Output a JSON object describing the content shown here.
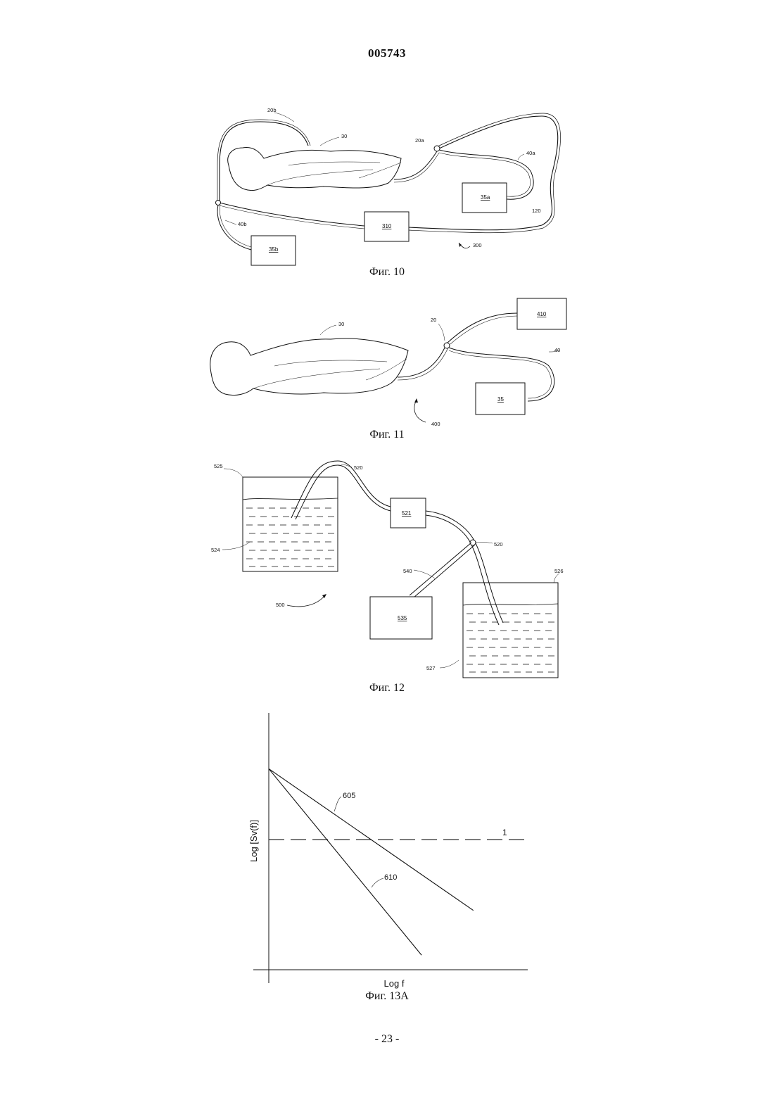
{
  "document": {
    "number": "005743",
    "page": "- 23 -"
  },
  "figures": {
    "fig10": {
      "caption": "Фиг. 10",
      "labels": {
        "tube_top": "20b",
        "body": "30",
        "tube_joint": "20a",
        "line_right": "40a",
        "box_right": "35a",
        "end_right": "120",
        "line_left": "40b",
        "box_left": "35b",
        "box_center": "310",
        "system": "300"
      }
    },
    "fig11": {
      "caption": "Фиг. 11",
      "labels": {
        "body": "30",
        "tube": "20",
        "box_top": "410",
        "line": "40",
        "box_bottom": "35",
        "system": "400"
      }
    },
    "fig12": {
      "caption": "Фиг. 12",
      "labels": {
        "tank_left": "525",
        "tube_top": "520",
        "liquid_left": "524",
        "box_pump": "521",
        "tube_joint": "520",
        "line": "540",
        "tank_right": "526",
        "system": "500",
        "box_sensor": "535",
        "liquid_right": "527"
      }
    },
    "fig13a": {
      "caption": "Фиг. 13А",
      "labels": {
        "line_upper": "605",
        "line_lower": "610",
        "dashed_level": "1"
      }
    }
  },
  "chart_data": {
    "type": "line",
    "title": "",
    "xlabel": "Log f",
    "ylabel": "Log [Sv(f)]",
    "grid": false,
    "series": [
      {
        "name": "605",
        "x": [
          0,
          0.79
        ],
        "y": [
          1.0,
          0.24
        ]
      },
      {
        "name": "610",
        "x": [
          0,
          0.59
        ],
        "y": [
          1.0,
          0.0
        ]
      },
      {
        "name": "1",
        "x": [
          0,
          1.0
        ],
        "y": [
          0.62,
          0.62
        ],
        "style": "dashed"
      }
    ],
    "xlim": [
      0,
      1
    ],
    "ylim": [
      -0.15,
      1.3
    ]
  }
}
